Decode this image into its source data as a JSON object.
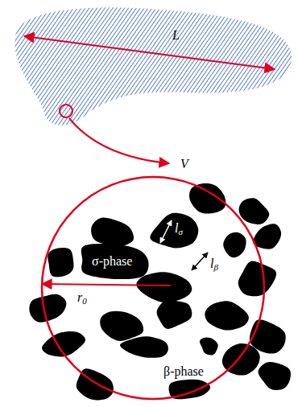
{
  "diagram": {
    "labels": [
      "L",
      "V",
      "lσ",
      "σ-phase",
      "lβ",
      "r0",
      "β-phase"
    ]
  }
}
